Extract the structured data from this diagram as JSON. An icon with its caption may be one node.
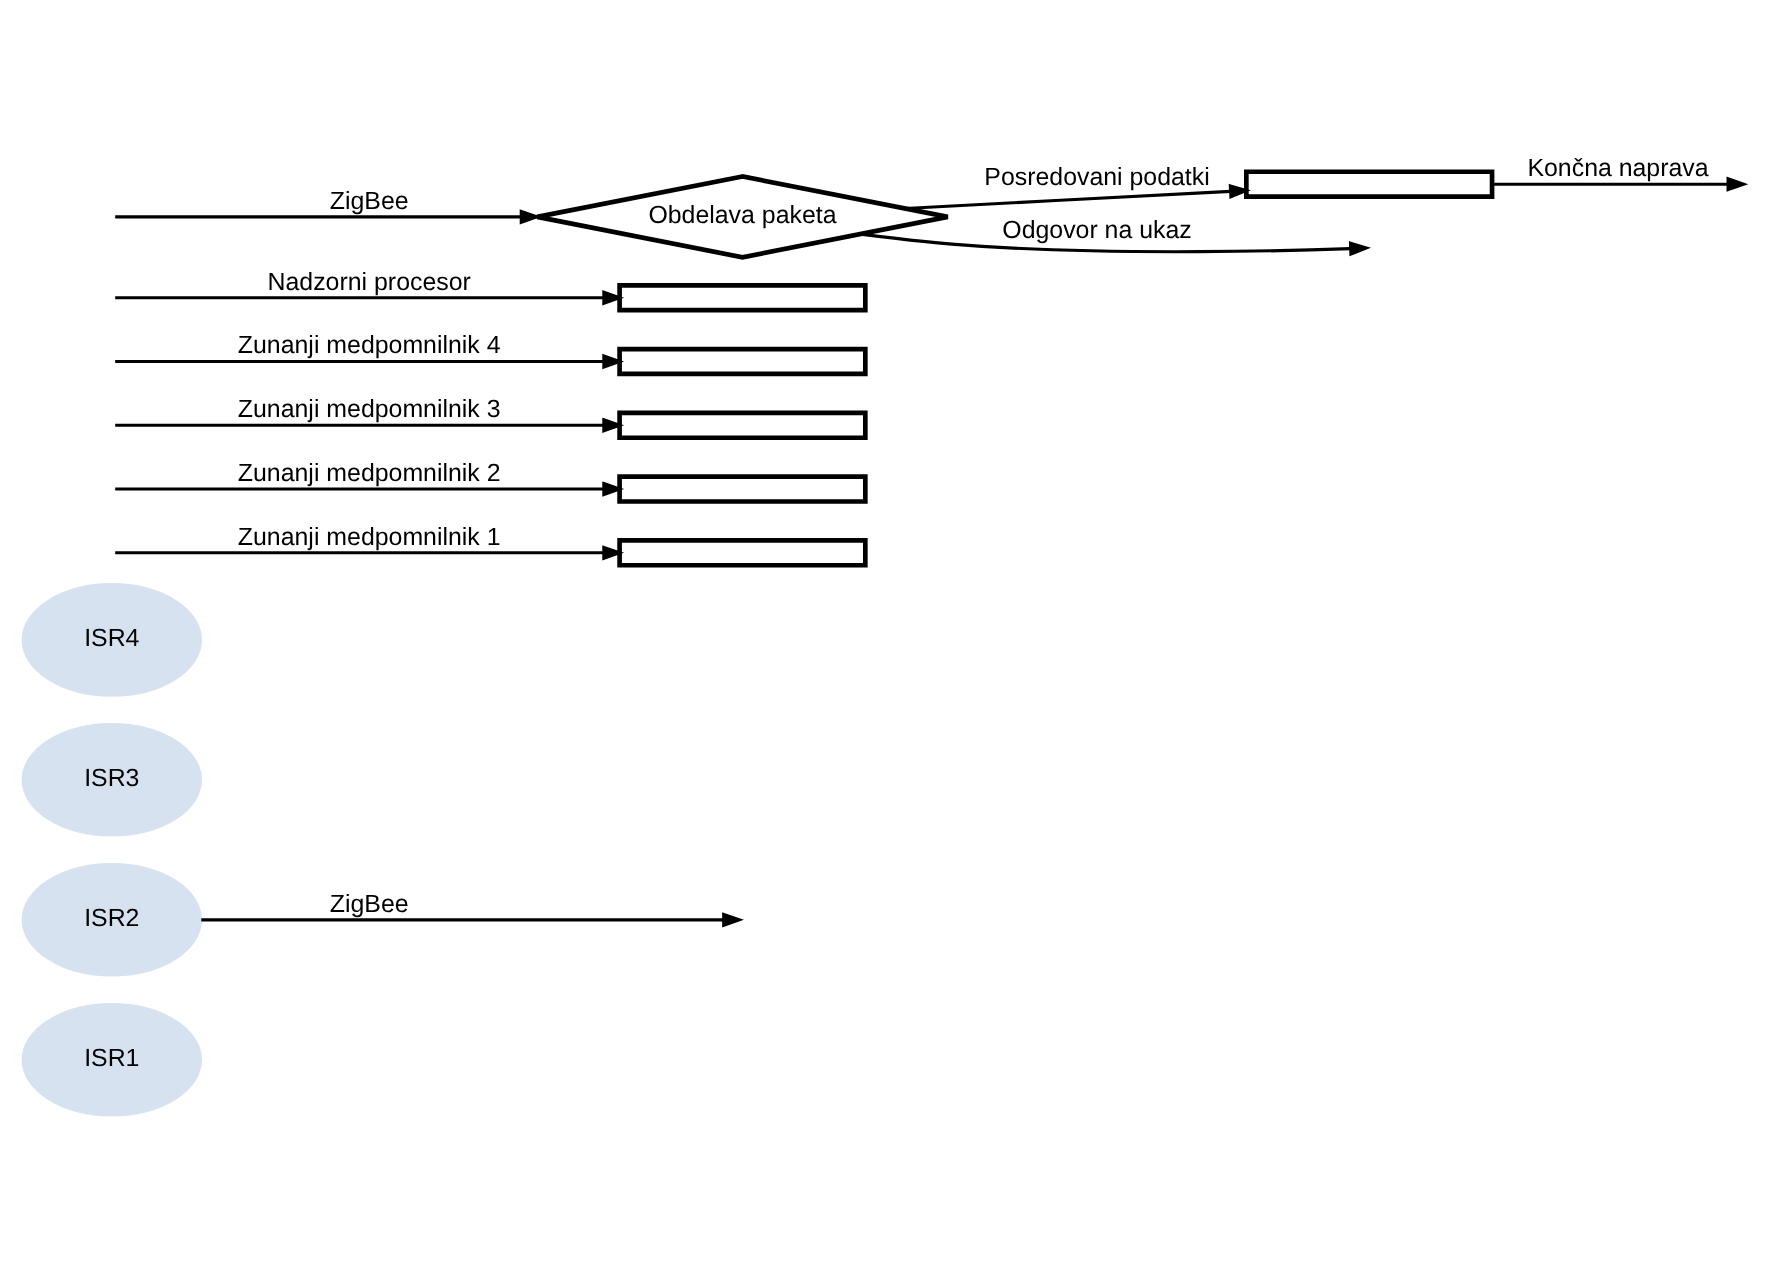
{
  "diagram": {
    "nodes": [
      {
        "text": [
          "ISR1"
        ]
      },
      {
        "text": [
          "ISR2"
        ]
      },
      {
        "text": [
          "ISR3"
        ]
      },
      {
        "text": [
          "ISR4"
        ]
      },
      {
        "text": [],
        "shape": "bar"
      },
      {
        "text": [],
        "shape": "bar"
      },
      {
        "text": [],
        "shape": "bar"
      },
      {
        "text": [],
        "shape": "bar"
      },
      {
        "text": [],
        "shape": "bar"
      },
      {
        "text": [
          "Obdelava paketa"
        ]
      },
      {
        "text": [],
        "shape": "bar"
      }
    ],
    "edges": [
      {
        "from": null,
        "to": 4,
        "arrow": "to",
        "label": "Zunanji medpomnilnik 1"
      },
      {
        "from": null,
        "to": 5,
        "arrow": "to",
        "label": "Zunanji medpomnilnik 2"
      },
      {
        "from": null,
        "to": 6,
        "arrow": "to",
        "label": "Zunanji medpomnilnik 3"
      },
      {
        "from": null,
        "to": 7,
        "arrow": "to",
        "label": "Zunanji medpomnilnik 4"
      },
      {
        "from": 9,
        "to": null,
        "arrow": "to",
        "label": "Odgovor na ukaz"
      },
      {
        "from": null,
        "to": 8,
        "arrow": "to",
        "label": "Nadzorni procesor"
      },
      {
        "from": 1,
        "to": null,
        "arrow": "to",
        "label": "ZigBee"
      },
      {
        "from": null,
        "to": 9,
        "arrow": "to",
        "label": "ZigBee"
      },
      {
        "from": 9,
        "to": 10,
        "arrow": "to",
        "label": "Posredovani podatki"
      },
      {
        "from": 10,
        "to": null,
        "arrow": "to",
        "label": "Končna naprava"
      }
    ]
  }
}
